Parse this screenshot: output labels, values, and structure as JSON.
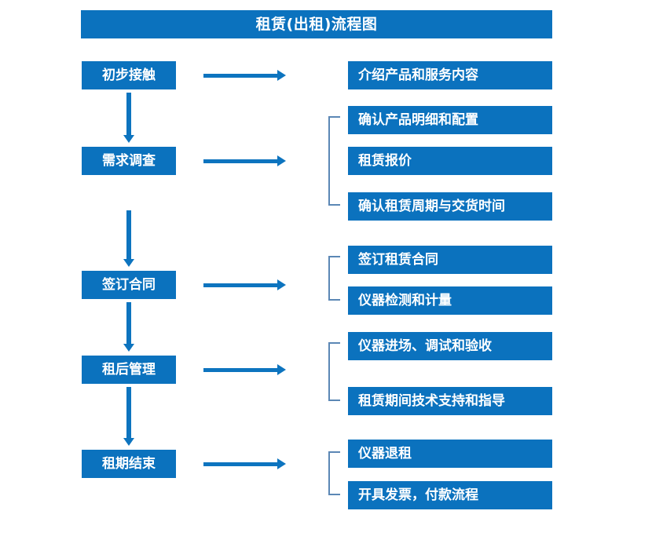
{
  "header": {
    "title": "租赁(出租)流程图"
  },
  "theme": {
    "box_blue": "#0b72be",
    "arrow_blue": "#0d74bf",
    "bracket_blue": "#5b87b5",
    "text_white": "#ffffff",
    "page_background": "#ffffff"
  },
  "flow": {
    "stages": [
      {
        "label": "初步接触"
      },
      {
        "label": "需求调查"
      },
      {
        "label": "签订合同"
      },
      {
        "label": "租后管理"
      },
      {
        "label": "租期结束"
      }
    ],
    "connectors": {
      "vertical_arrow_icon": "arrow-down-icon",
      "horizontal_arrow_icon": "arrow-right-icon",
      "bracket_icon": "group-bracket-icon"
    },
    "groups": [
      {
        "stage": "初步接触",
        "bracketed": false,
        "details": [
          {
            "label": "介绍产品和服务内容"
          }
        ]
      },
      {
        "stage": "需求调查",
        "bracketed": true,
        "details": [
          {
            "label": "确认产品明细和配置"
          },
          {
            "label": "租赁报价"
          },
          {
            "label": "确认租赁周期与交货时间"
          }
        ]
      },
      {
        "stage": "签订合同",
        "bracketed": true,
        "details": [
          {
            "label": "签订租赁合同"
          },
          {
            "label": "仪器检测和计量"
          }
        ]
      },
      {
        "stage": "租后管理",
        "bracketed": true,
        "details": [
          {
            "label": "仪器进场、调试和验收"
          },
          {
            "label": "租赁期间技术支持和指导"
          }
        ]
      },
      {
        "stage": "租期结束",
        "bracketed": true,
        "details": [
          {
            "label": "仪器退租"
          },
          {
            "label": "开具发票，付款流程"
          }
        ]
      }
    ]
  }
}
